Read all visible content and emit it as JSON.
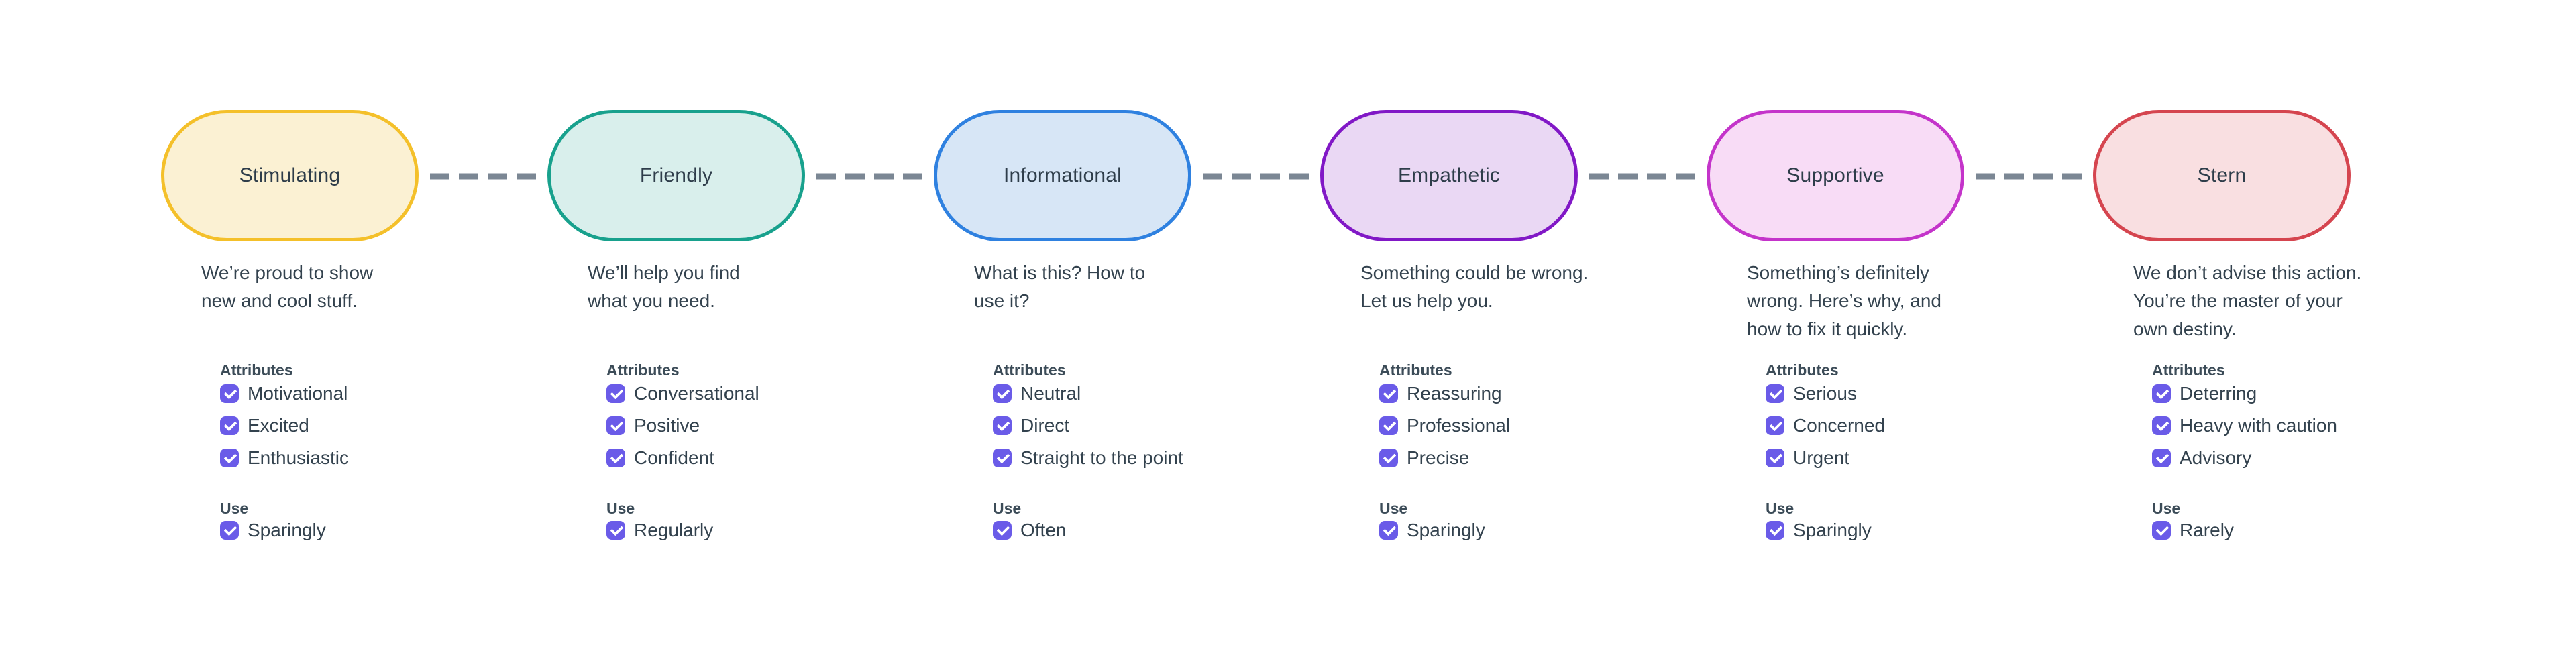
{
  "section_labels": {
    "attributes": "Attributes",
    "use": "Use"
  },
  "colors": {
    "text": "#33424e",
    "checkbox": "#6a5be8",
    "connector": "#7b8794",
    "background": "#ffffff"
  },
  "tones": [
    {
      "label": "Stimulating",
      "description": "We’re proud to show\nnew and cool stuff.",
      "attributes": [
        "Motivational",
        "Excited",
        "Enthusiastic"
      ],
      "use": "Sparingly",
      "all_checked": true,
      "colors": {
        "border": "#f4c02a",
        "fill": "#fbf1d3"
      }
    },
    {
      "label": "Friendly",
      "description": "We’ll help you find\nwhat you need.",
      "attributes": [
        "Conversational",
        "Positive",
        "Confident"
      ],
      "use": "Regularly",
      "all_checked": true,
      "colors": {
        "border": "#18a18d",
        "fill": "#d9efec"
      }
    },
    {
      "label": "Informational",
      "description": "What is this? How to\nuse it?",
      "attributes": [
        "Neutral",
        "Direct",
        "Straight to the point"
      ],
      "use": "Often",
      "all_checked": true,
      "colors": {
        "border": "#2f81e0",
        "fill": "#d7e6f6"
      }
    },
    {
      "label": "Empathetic",
      "description": "Something could be wrong.\nLet us help you.",
      "attributes": [
        "Reassuring",
        "Professional",
        "Precise"
      ],
      "use": "Sparingly",
      "all_checked": true,
      "colors": {
        "border": "#8118c6",
        "fill": "#ead8f4"
      }
    },
    {
      "label": "Supportive",
      "description": "Something’s definitely\nwrong. Here’s why, and\nhow to fix it quickly.",
      "attributes": [
        "Serious",
        "Concerned",
        "Urgent"
      ],
      "use": "Sparingly",
      "all_checked": true,
      "colors": {
        "border": "#c434ca",
        "fill": "#f8dcf6"
      }
    },
    {
      "label": "Stern",
      "description": "We don’t advise this action.\nYou’re the master of your\nown destiny.",
      "attributes": [
        "Deterring",
        "Heavy with caution",
        "Advisory"
      ],
      "use": "Rarely",
      "all_checked": true,
      "colors": {
        "border": "#d5454f",
        "fill": "#f9dfe1"
      }
    }
  ]
}
